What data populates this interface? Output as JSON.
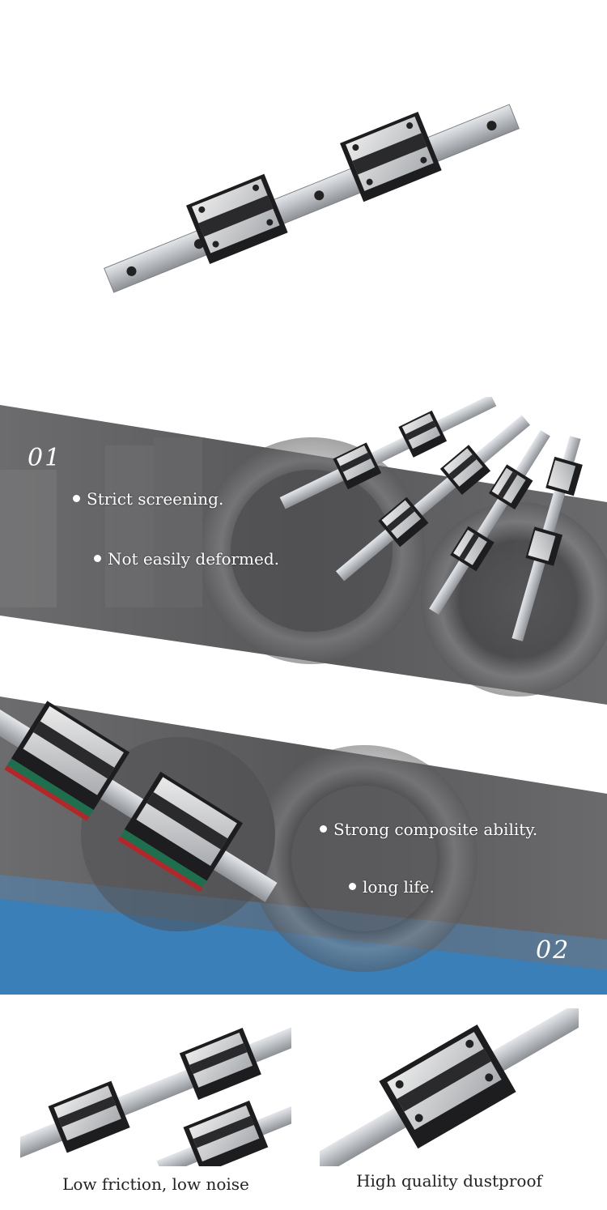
{
  "section1": {
    "number": "01",
    "features": [
      "Strict screening.",
      "Not easily deformed."
    ]
  },
  "section2": {
    "number": "02",
    "features": [
      "Strong composite ability.",
      "long life."
    ]
  },
  "bottom": {
    "left_caption": "Low friction, low noise",
    "right_caption": "High quality dustproof"
  },
  "colors": {
    "band_dark": "#5f5f61",
    "band_blue": "#3a7fb8",
    "rail": "#c3c6ca",
    "block_black": "#1d1d1f",
    "seal_green": "#1f6f4e",
    "seal_red": "#b3262a"
  }
}
